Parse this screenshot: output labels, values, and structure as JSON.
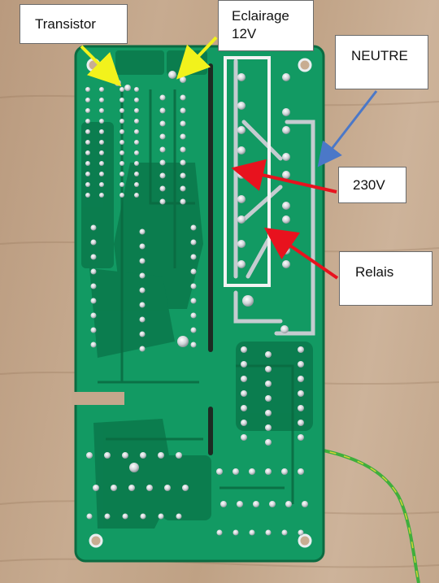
{
  "callouts": {
    "transistor": "Transistor",
    "eclairage_line1": "Eclairage",
    "eclairage_line2": "12V",
    "neutre": "NEUTRE",
    "v230": "230V",
    "relais": "Relais"
  },
  "colors": {
    "pcb": "#129a63",
    "pcb_dark": "#0b7a4c",
    "solder": "#d9dde0",
    "arrow_yellow": "#f2f21c",
    "arrow_blue": "#4b78c8",
    "arrow_red": "#e8121e",
    "highlight_box": "#f3f3f3",
    "ground_wire": "#3fae3c"
  },
  "icons": {
    "arrows": "arrow-icon"
  }
}
